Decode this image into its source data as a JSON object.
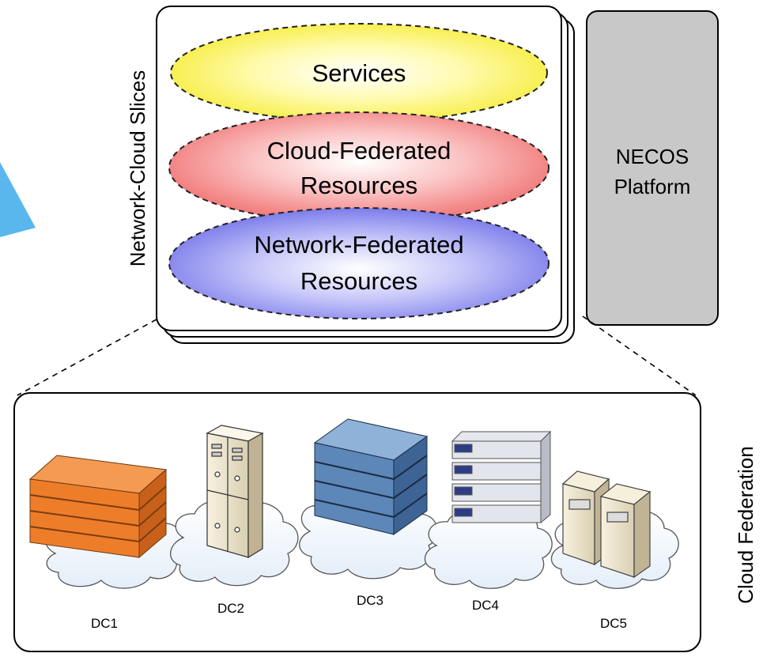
{
  "slices": {
    "side_label": "Network-Cloud Slices",
    "layers": [
      {
        "lines": [
          "Services"
        ]
      },
      {
        "lines": [
          "Cloud-Federated",
          "Resources"
        ]
      },
      {
        "lines": [
          "Network-Federated",
          "Resources"
        ]
      }
    ]
  },
  "platform": {
    "lines": [
      "NECOS",
      "Platform"
    ]
  },
  "federation": {
    "side_label": "Cloud Federation",
    "datacenters": [
      {
        "label": "DC1",
        "icon": "orange-server-rack-icon"
      },
      {
        "label": "DC2",
        "icon": "tower-servers-icon"
      },
      {
        "label": "DC3",
        "icon": "blue-server-rack-icon"
      },
      {
        "label": "DC4",
        "icon": "network-switch-stack-icon"
      },
      {
        "label": "DC5",
        "icon": "mainframe-cabinets-icon"
      }
    ]
  },
  "colors": {
    "services": "#fff36a",
    "cloud_federated": "#f79a9a",
    "network_federated": "#a7a7f0",
    "platform_fill": "#c8c8c8",
    "arrow": "#5ab7ee"
  }
}
